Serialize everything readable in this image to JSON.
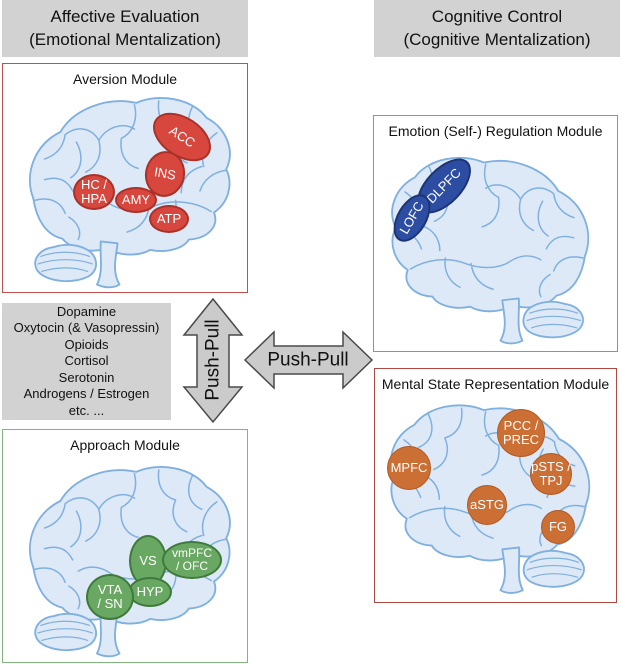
{
  "headers": {
    "affective": {
      "line1": "Affective Evaluation",
      "line2": "(Emotional Mentalization)"
    },
    "cognitive": {
      "line1": "Cognitive Control",
      "line2": "(Cognitive Mentalization)"
    }
  },
  "modules": {
    "aversion": {
      "title": "Aversion Module"
    },
    "regulation": {
      "title": "Emotion (Self-) Regulation Module"
    },
    "approach": {
      "title": "Approach Module"
    },
    "mental_state": {
      "title": "Mental State Representation Module"
    }
  },
  "regions": {
    "acc": "ACC",
    "ins": "INS",
    "hc_hpa": "HC /\nHPA",
    "amy": "AMY",
    "atp": "ATP",
    "dlpfc": "DLPFC",
    "lofc": "LOFC",
    "vs": "VS",
    "vmpfc_ofc": "vmPFC\n/ OFC",
    "hyp": "HYP",
    "vta_sn": "VTA\n/ SN",
    "mpfc": "MPFC",
    "pcc_prec": "PCC /\nPREC",
    "psts_tpj": "pSTS /\nTPJ",
    "astg": "aSTG",
    "fg": "FG"
  },
  "mediators": [
    "Dopamine",
    "Oxytocin (& Vasopressin)",
    "Opioids",
    "Cortisol",
    "Serotonin",
    "Androgens / Estrogen",
    "etc. ..."
  ],
  "arrows": {
    "vertical": "Push-Pull",
    "horizontal": "Push-Pull"
  },
  "colors": {
    "header_bg": "#d2d2d2",
    "aversion_red": "#d7473e",
    "approach_green": "#69a862",
    "regulation_blue": "#2c4da2",
    "mental_orange": "#cb6f34",
    "aversion_border": "#c0504d",
    "approach_border": "#7fb77a",
    "regulation_border": "#8093bb",
    "mental_border": "#ad4a42",
    "arrow_fill": "#cbcbcb",
    "brain_fill": "#dde9f7",
    "brain_stroke": "#7fb0e0"
  }
}
